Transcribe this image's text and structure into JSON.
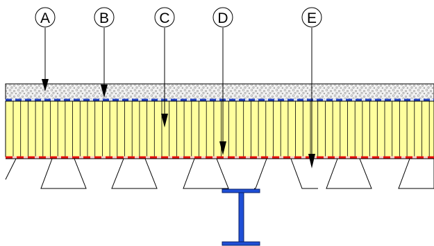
{
  "callouts": [
    {
      "label": "A"
    },
    {
      "label": "B"
    },
    {
      "label": "C"
    },
    {
      "label": "D"
    },
    {
      "label": "E"
    }
  ],
  "colors": {
    "gravel_fill": "#f2f2f2",
    "gravel_dot": "#9a9a9a",
    "insulation_fill": "#ffff9e",
    "top_membrane": "#1f3fbf",
    "bottom_membrane_dash": "#e81010",
    "bottom_membrane_gap": "#ffc8c8",
    "steel_beam": "#1f4fd6",
    "line": "#000000"
  },
  "icons": [
    "callout-circle",
    "arrow-head",
    "i-beam"
  ]
}
